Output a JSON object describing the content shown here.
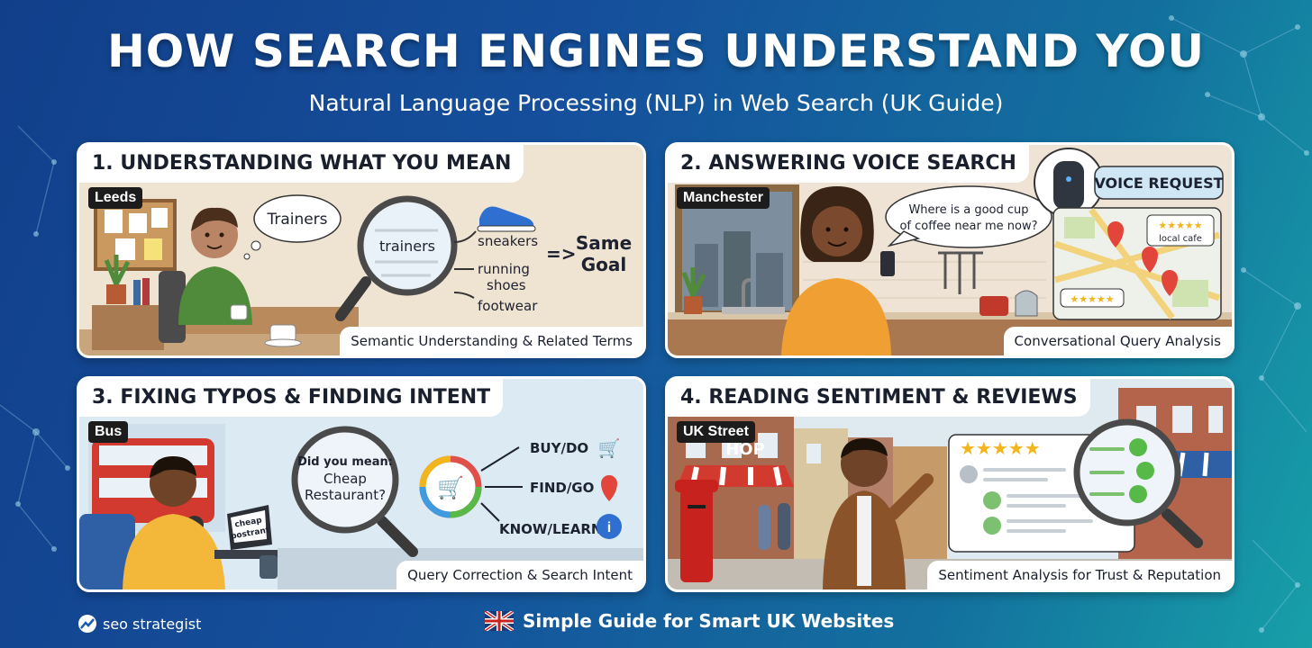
{
  "header": {
    "title": "HOW SEARCH ENGINES UNDERSTAND YOU",
    "subtitle": "Natural Language Processing (NLP) in Web Search (UK Guide)"
  },
  "colors": {
    "background_start": "#123f8a",
    "background_end": "#17a0a8",
    "panel_border": "#ffffff",
    "star": "#f3b51e",
    "pin": "#e2463b",
    "smiley": "#57b948"
  },
  "panels": [
    {
      "title": "1. UNDERSTANDING WHAT YOU MEAN",
      "location": "Leeds",
      "caption": "Semantic Understanding & Related Terms",
      "thought": "Trainers",
      "magnifier_word": "trainers",
      "related_terms": [
        "sneakers",
        "running",
        "shoes",
        "footwear"
      ],
      "arrow": "=>",
      "goal_line1": "Same",
      "goal_line2": "Goal"
    },
    {
      "title": "2. ANSWERING VOICE SEARCH",
      "location": "Manchester",
      "caption": "Conversational Query Analysis",
      "speech_line1": "Where is a good cup",
      "speech_line2": "of coffee near me now?",
      "voice_label": "VOICE REQUEST",
      "map_label": "local cafe"
    },
    {
      "title": "3. FIXING TYPOS & FINDING INTENT",
      "location": "Bus",
      "caption": "Query Correction & Search Intent",
      "laptop_line1": "cheap",
      "laptop_line2": "postrant",
      "correction_line1": "Did you mean:",
      "correction_line2": "Cheap",
      "correction_line3": "Restaurant?",
      "intents": [
        "BUY/DO",
        "FIND/GO",
        "KNOW/LEARN"
      ]
    },
    {
      "title": "4. READING SENTIMENT & REVIEWS",
      "location": "UK Street",
      "caption": "Sentiment Analysis for Trust & Reputation",
      "shop_sign": "HOP",
      "review_stars": 5
    }
  ],
  "footer": {
    "brand": "seo strategist",
    "tagline": "Simple Guide for Smart UK Websites"
  }
}
